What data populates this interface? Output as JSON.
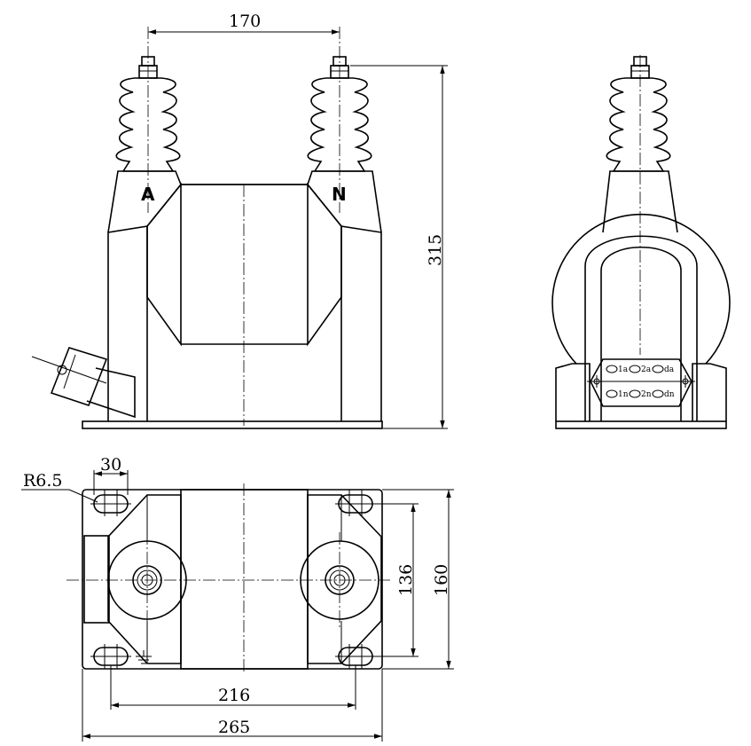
{
  "dimensions": {
    "terminal_spacing": "170",
    "height": "315",
    "hole_radius": "R6.5",
    "slot_width": "30",
    "hole_spacing_y": "136",
    "base_depth": "160",
    "hole_spacing_x": "216",
    "base_width": "265"
  },
  "terminals": {
    "primary_a": "A",
    "primary_n": "N",
    "secondary": [
      "1a",
      "2a",
      "da",
      "1n",
      "2n",
      "dn"
    ]
  },
  "symbols": {
    "ground": "ground-symbol"
  }
}
